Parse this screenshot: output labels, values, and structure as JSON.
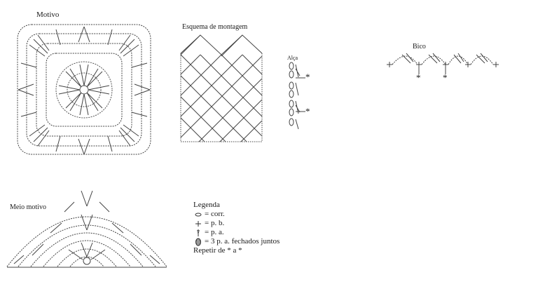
{
  "labels": {
    "motivo": "Motivo",
    "esquema": "Esquema de montagem",
    "alca": "Alça",
    "bico": "Bico",
    "meio_motivo": "Meio motivo"
  },
  "legend": {
    "title": "Legenda",
    "items": [
      {
        "symbol": "chain-oval-icon",
        "text": "= corr."
      },
      {
        "symbol": "plus-icon",
        "text": "= p. b."
      },
      {
        "symbol": "dc-stitch-icon",
        "text": "= p. a."
      },
      {
        "symbol": "cluster-icon",
        "text": "= 3 p. a. fechados juntos"
      }
    ],
    "repeat": "Repetir de * a *"
  },
  "marks": {
    "asterisk": "*"
  }
}
